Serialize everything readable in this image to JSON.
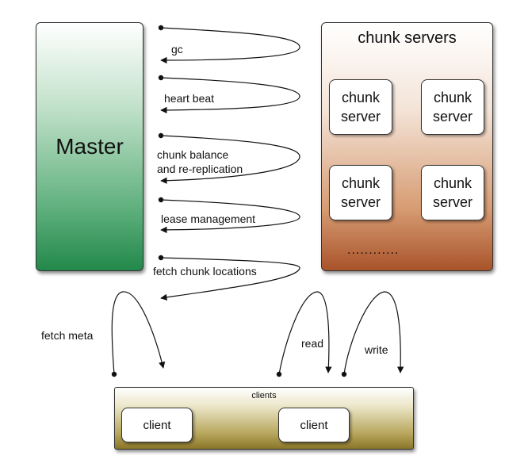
{
  "master": {
    "label": "Master"
  },
  "chunk_servers": {
    "title": "chunk servers",
    "servers": [
      {
        "line1": "chunk",
        "line2": "server"
      },
      {
        "line1": "chunk",
        "line2": "server"
      },
      {
        "line1": "chunk",
        "line2": "server"
      },
      {
        "line1": "chunk",
        "line2": "server"
      }
    ],
    "ellipsis": "............"
  },
  "clients": {
    "title": "clients",
    "items": [
      {
        "label": "client"
      },
      {
        "label": "client"
      }
    ]
  },
  "interactions": {
    "gc": "gc",
    "heartbeat": "heart beat",
    "chunk_balance_line1": "chunk balance",
    "chunk_balance_line2": "and re-replication",
    "lease": "lease management",
    "fetch_locations": "fetch chunk locations",
    "fetch_meta": "fetch meta",
    "read": "read",
    "write": "write"
  },
  "colors": {
    "master_gradient_end": "#22884a",
    "servers_gradient_end": "#a9532a",
    "clients_gradient_end": "#8a7628"
  }
}
